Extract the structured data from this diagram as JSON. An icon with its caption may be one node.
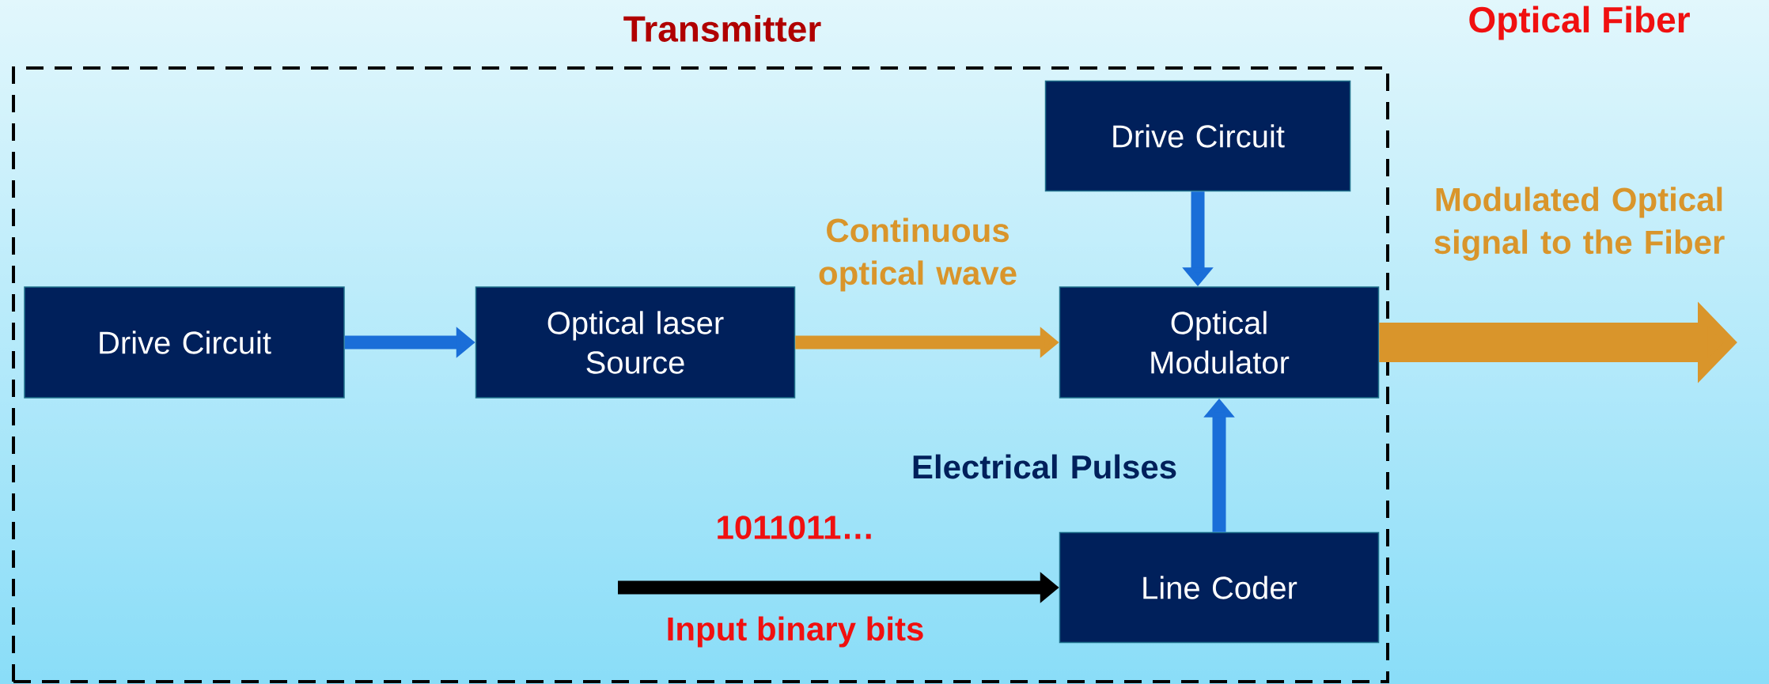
{
  "diagram": {
    "nodes": [
      {
        "text": [
          "Transmitter"
        ]
      },
      {
        "text": [
          "Drive Circuit"
        ],
        "in": 0
      },
      {
        "text": [
          "Optical laser Source"
        ],
        "in": 0
      },
      {
        "text": [
          "Drive Circuit"
        ],
        "in": 0
      },
      {
        "text": [
          "Optical Modulator"
        ],
        "in": 0
      },
      {
        "text": [
          "Line Coder"
        ],
        "in": 0
      }
    ],
    "edges": [
      {
        "from": 1,
        "to": 2,
        "arrow": "to"
      },
      {
        "from": 2,
        "to": 4,
        "arrow": "to",
        "label": "Continuous optical wave",
        "color": "#d9952b"
      },
      {
        "from": 3,
        "to": 4,
        "arrow": "to"
      },
      {
        "from": 5,
        "to": 4,
        "arrow": "to",
        "label": "Electrical Pulses"
      },
      {
        "from": null,
        "to": 5,
        "arrow": "to",
        "color": "#000000"
      },
      {
        "from": 4,
        "to": null,
        "arrow": "to",
        "label": "Modulated Optical signal to the Fiber",
        "style": "thick",
        "color": "#d9952b"
      }
    ],
    "labels": [
      "Optical Fiber",
      "1011011…",
      "Input binary bits"
    ]
  }
}
